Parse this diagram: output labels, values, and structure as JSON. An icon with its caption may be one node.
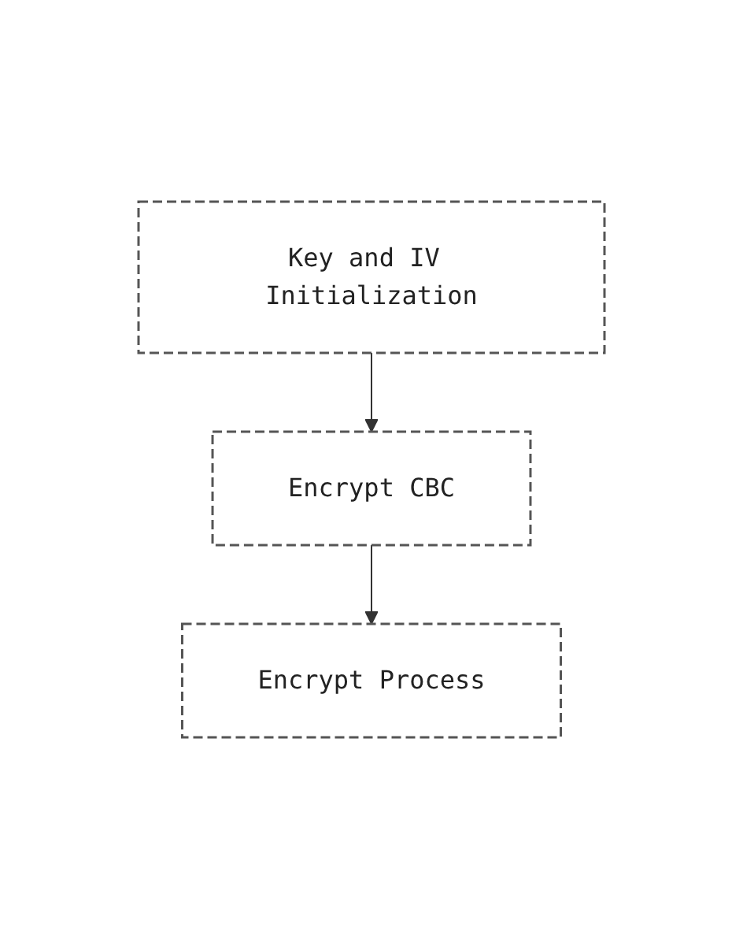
{
  "diagram": {
    "nodes": [
      {
        "text": [
          "Key and IV Initialization"
        ]
      },
      {
        "text": [
          "Encrypt CBC"
        ]
      },
      {
        "text": [
          "Encrypt Process"
        ]
      }
    ],
    "edges": [
      {
        "from": 0,
        "to": 1,
        "arrow": "to"
      },
      {
        "from": 1,
        "to": 2,
        "arrow": "to"
      }
    ]
  }
}
